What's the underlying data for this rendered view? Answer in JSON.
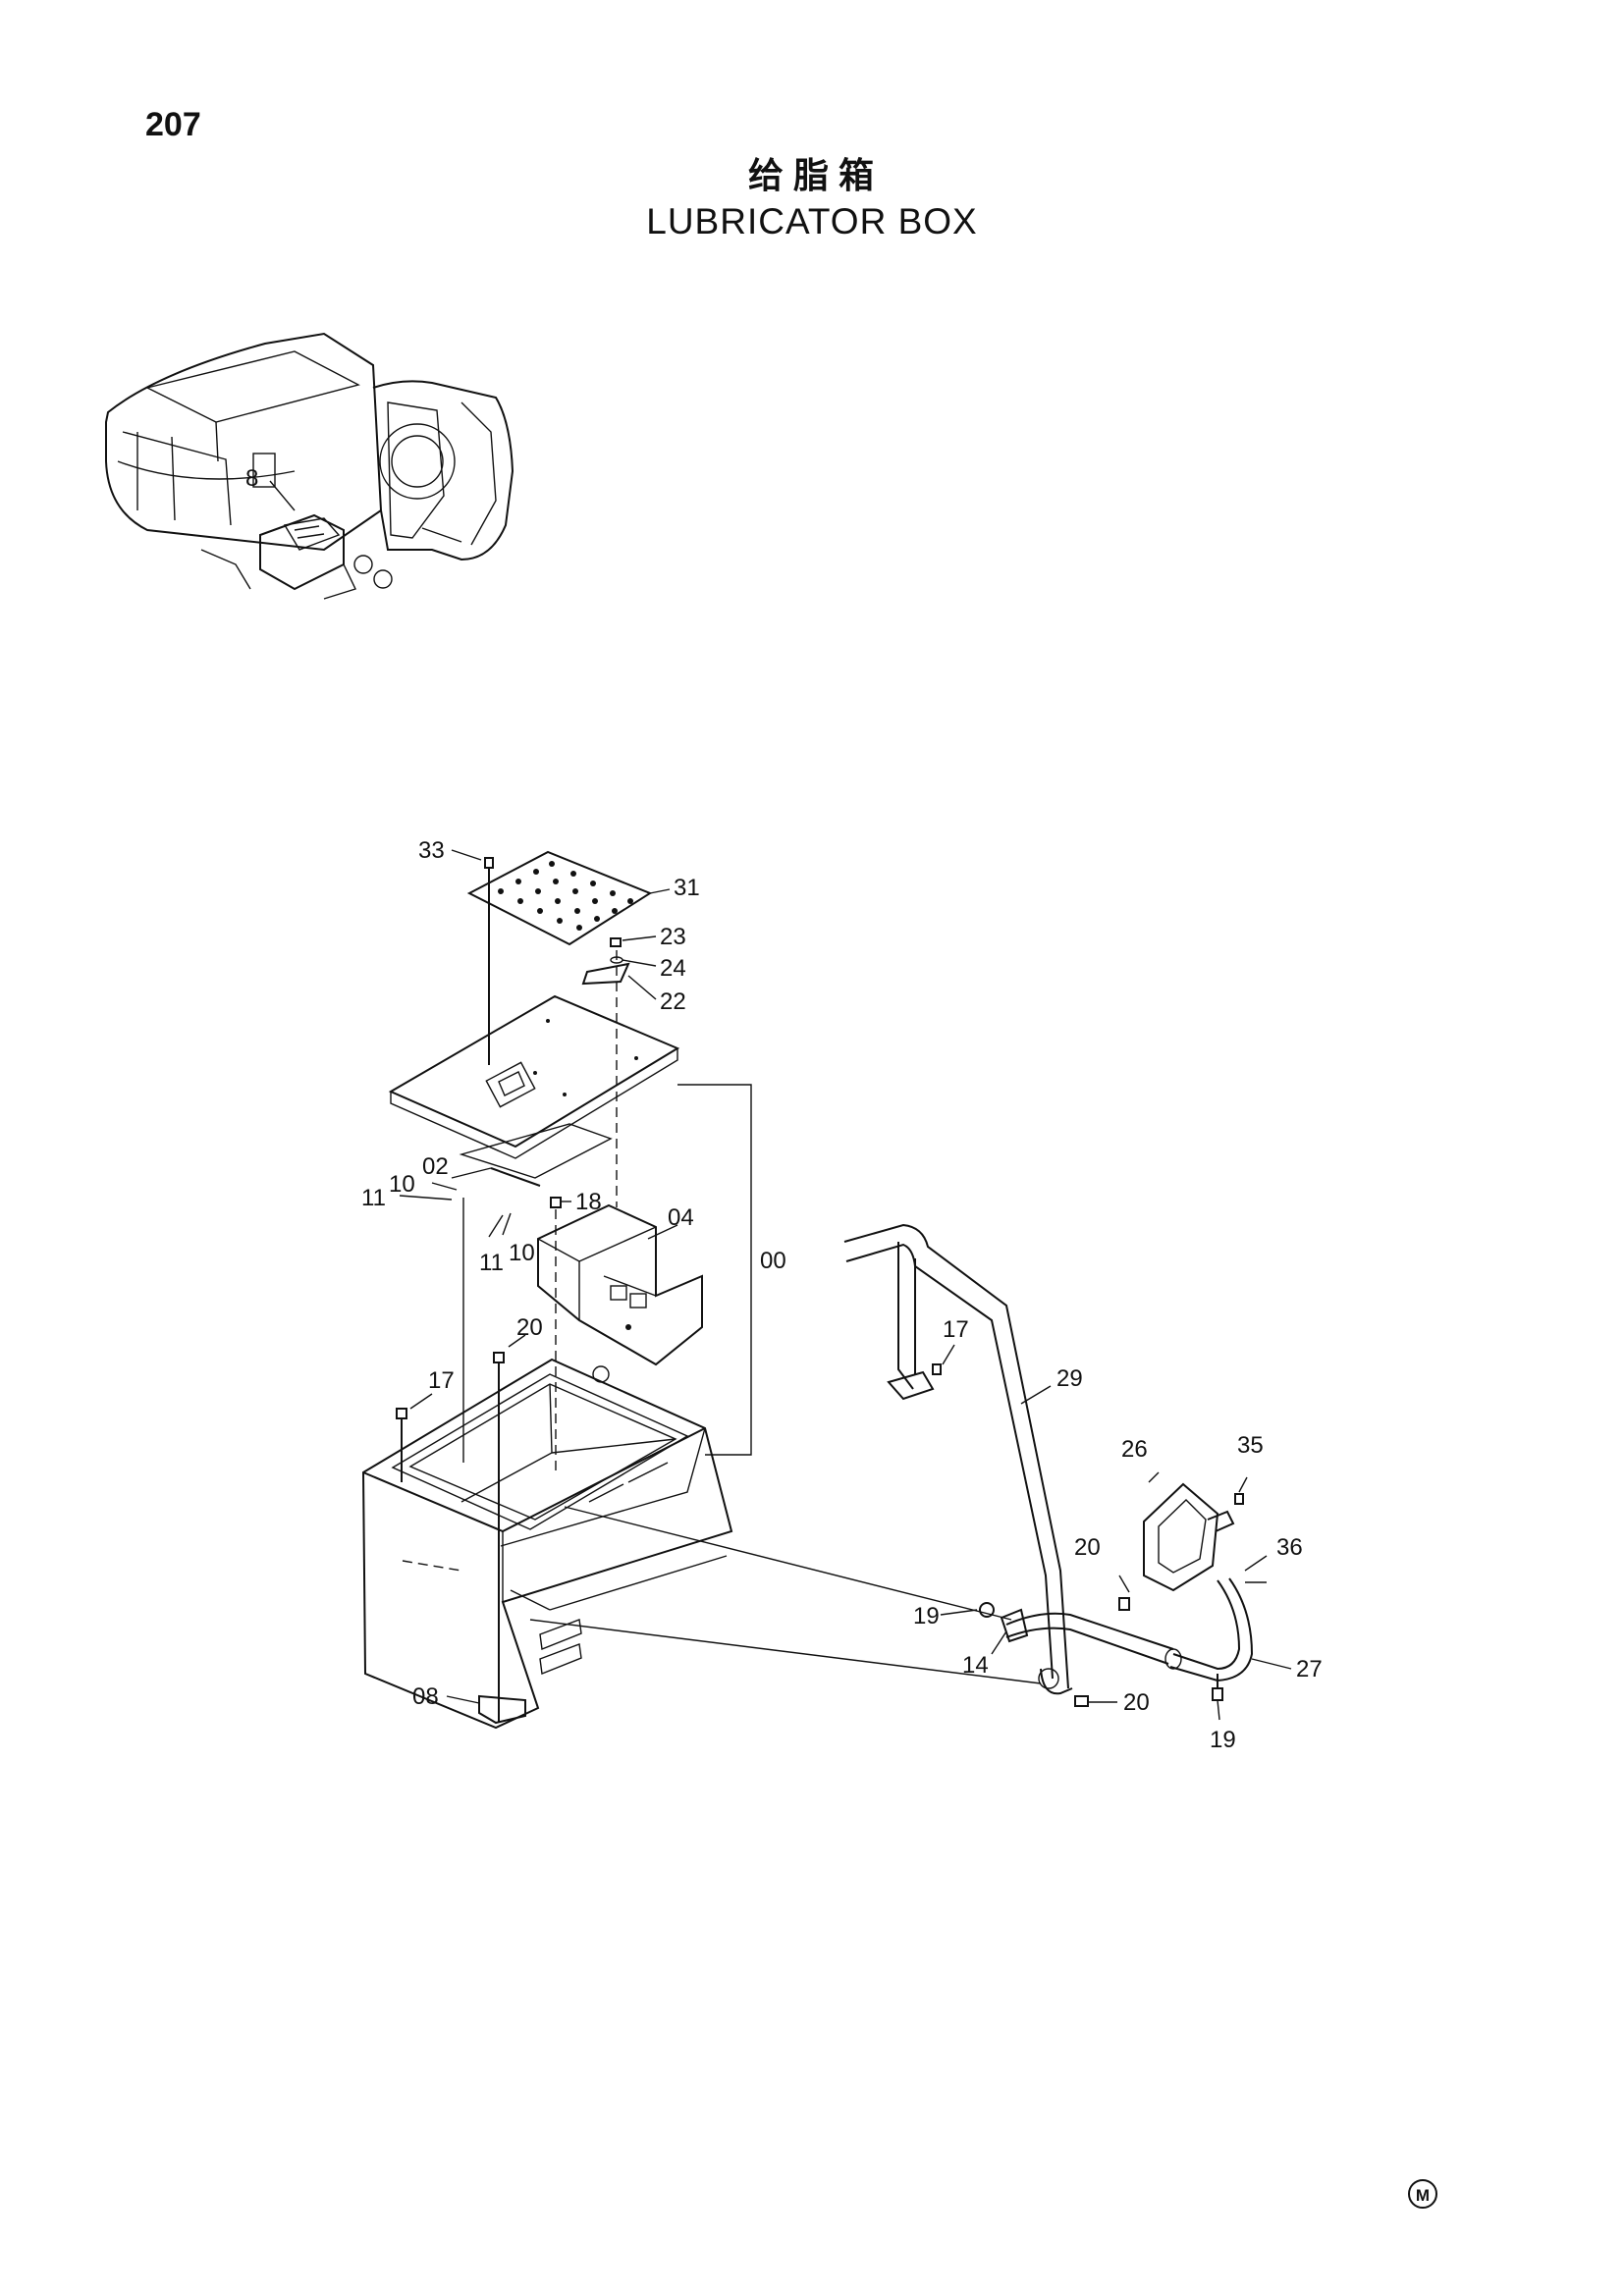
{
  "page_number": "207",
  "title_cn": "给脂箱",
  "title_en": "LUBRICATOR BOX",
  "overview_label": "8",
  "maker_mark": "M",
  "callouts": {
    "c33": "33",
    "c31": "31",
    "c23": "23",
    "c24": "24",
    "c22": "22",
    "c02": "02",
    "c10a": "10",
    "c11a": "11",
    "c18": "18",
    "c04": "04",
    "c11b": "11",
    "c10b": "10",
    "c00": "00",
    "c20a": "20",
    "c17a": "17",
    "c17b": "17",
    "c29": "29",
    "c26": "26",
    "c35": "35",
    "c20b": "20",
    "c36": "36",
    "c19a": "19",
    "c14": "14",
    "c27": "27",
    "c08": "08",
    "c20c": "20",
    "c19b": "19"
  }
}
